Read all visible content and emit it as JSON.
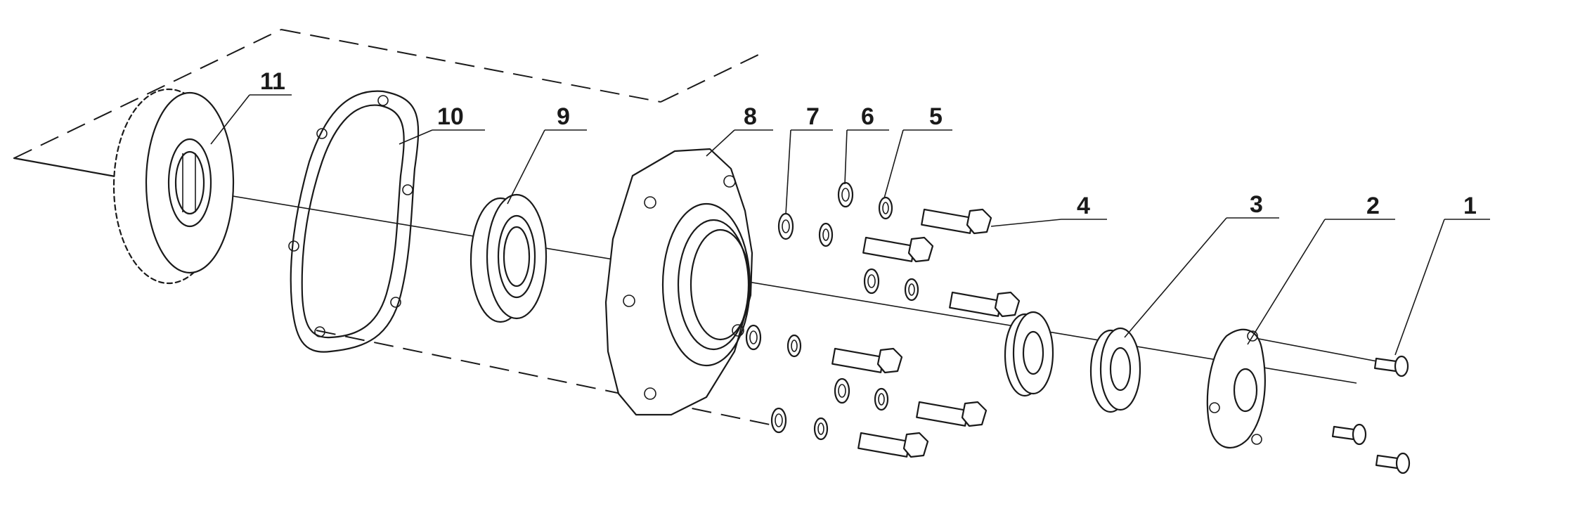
{
  "callouts": [
    {
      "id": "part-1",
      "label": "1"
    },
    {
      "id": "part-2",
      "label": "2"
    },
    {
      "id": "part-3",
      "label": "3"
    },
    {
      "id": "part-4",
      "label": "4"
    },
    {
      "id": "part-5",
      "label": "5"
    },
    {
      "id": "part-6",
      "label": "6"
    },
    {
      "id": "part-7",
      "label": "7"
    },
    {
      "id": "part-8",
      "label": "8"
    },
    {
      "id": "part-9",
      "label": "9"
    },
    {
      "id": "part-10",
      "label": "10"
    },
    {
      "id": "part-11",
      "label": "11"
    }
  ],
  "colors": {
    "ink": "#1a1a1a",
    "background": "#ffffff"
  }
}
